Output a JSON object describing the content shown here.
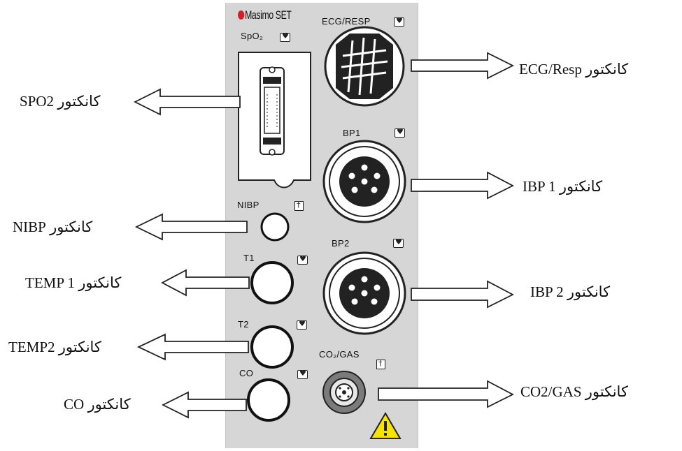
{
  "panel": {
    "brand": "Masimo SET",
    "labels": {
      "spo2": "SpO₂",
      "ecg_resp": "ECG/RESP",
      "bp1": "BP1",
      "bp2": "BP2",
      "nibp": "NIBP",
      "t1": "T1",
      "t2": "T2",
      "co": "CO",
      "co2_gas": "CO₂/GAS"
    }
  },
  "annotations": {
    "connector_word": "کانکتور",
    "spo2": "SPO2",
    "ecg_resp": "ECG/Resp",
    "ibp1": "IBP 1",
    "ibp2": "IBP 2",
    "nibp": "NIBP",
    "temp1": "TEMP 1",
    "temp2": "TEMP2",
    "co": "CO",
    "co2_gas": "CO2/GAS"
  },
  "colors": {
    "panel": "#d6d6d6",
    "brand_red": "#d0202a",
    "warning_yellow": "#f5e400"
  },
  "icons": [
    "heart-icon",
    "patient-icon",
    "warning-icon",
    "arrow-icon"
  ]
}
